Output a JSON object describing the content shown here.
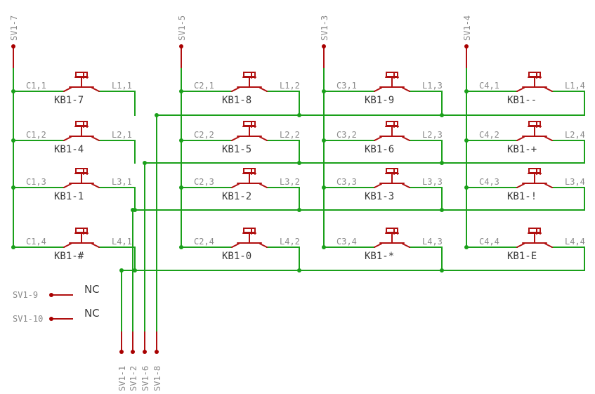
{
  "schematic": {
    "buttons": [
      {
        "name": "KB1-7",
        "c": "C1,1",
        "l": "L1,1"
      },
      {
        "name": "KB1-8",
        "c": "C2,1",
        "l": "L1,2"
      },
      {
        "name": "KB1-9",
        "c": "C3,1",
        "l": "L1,3"
      },
      {
        "name": "KB1--",
        "c": "C4,1",
        "l": "L1,4"
      },
      {
        "name": "KB1-4",
        "c": "C1,2",
        "l": "L2,1"
      },
      {
        "name": "KB1-5",
        "c": "C2,2",
        "l": "L2,2"
      },
      {
        "name": "KB1-6",
        "c": "C3,2",
        "l": "L2,3"
      },
      {
        "name": "KB1-+",
        "c": "C4,2",
        "l": "L2,4"
      },
      {
        "name": "KB1-1",
        "c": "C1,3",
        "l": "L3,1"
      },
      {
        "name": "KB1-2",
        "c": "C2,3",
        "l": "L3,2"
      },
      {
        "name": "KB1-3",
        "c": "C3,3",
        "l": "L3,3"
      },
      {
        "name": "KB1-!",
        "c": "C4,3",
        "l": "L3,4"
      },
      {
        "name": "KB1-#",
        "c": "C1,4",
        "l": "L4,1"
      },
      {
        "name": "KB1-0",
        "c": "C2,4",
        "l": "L4,2"
      },
      {
        "name": "KB1-*",
        "c": "C3,4",
        "l": "L4,3"
      },
      {
        "name": "KB1-E",
        "c": "C4,4",
        "l": "L4,4"
      }
    ],
    "top_connectors": [
      "SV1-7",
      "SV1-5",
      "SV1-3",
      "SV1-4"
    ],
    "bottom_connectors": [
      "SV1-1",
      "SV1-2",
      "SV1-6",
      "SV1-8"
    ],
    "side_connectors": [
      {
        "label": "SV1-9",
        "nc": "NC"
      },
      {
        "label": "SV1-10",
        "nc": "NC"
      }
    ],
    "colors": {
      "wire": "#1aa01a",
      "pin": "#b01010",
      "label": "#8a8a8a",
      "text": "#3a3a3a"
    }
  }
}
